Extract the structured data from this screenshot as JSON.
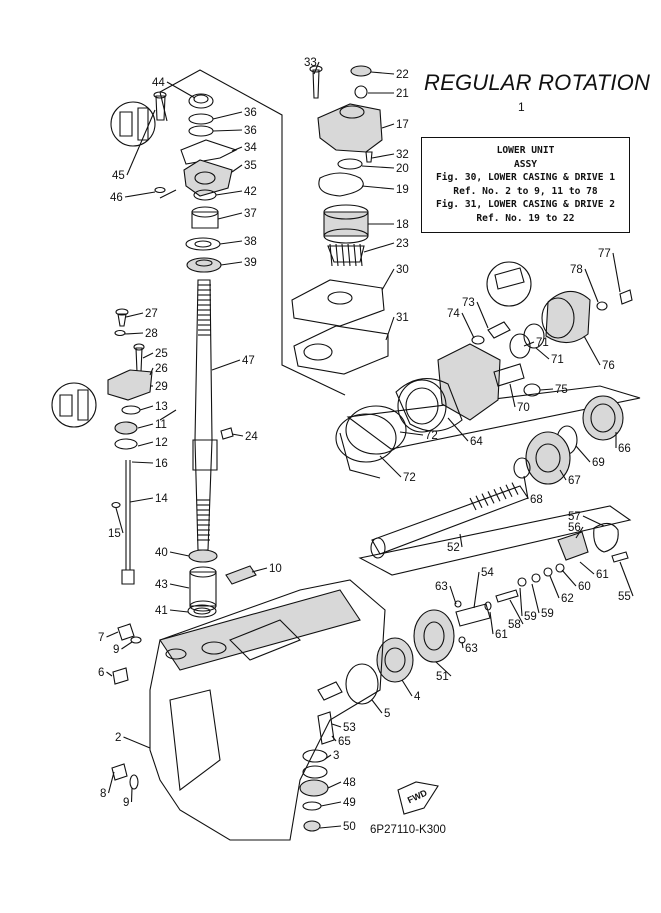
{
  "title": "REGULAR ROTATION",
  "info_box": {
    "ref_number": "1",
    "lines": [
      "LOWER UNIT",
      "ASSY",
      "Fig. 30, LOWER CASING & DRIVE 1",
      "Ref. No. 2 to 9, 11 to 78",
      "Fig. 31, LOWER CASING & DRIVE 2",
      "Ref. No. 19 to 22"
    ]
  },
  "diagram_code": "6P27110-K300",
  "fwd_label": "FWD",
  "part_labels": [
    "2",
    "3",
    "4",
    "5",
    "6",
    "7",
    "8",
    "9",
    "9",
    "10",
    "11",
    "12",
    "13",
    "14",
    "15",
    "16",
    "17",
    "18",
    "19",
    "20",
    "21",
    "22",
    "23",
    "24",
    "25",
    "26",
    "27",
    "28",
    "29",
    "30",
    "31",
    "32",
    "33",
    "34",
    "35",
    "36",
    "36",
    "37",
    "38",
    "39",
    "40",
    "41",
    "42",
    "43",
    "44",
    "45",
    "46",
    "47",
    "48",
    "49",
    "50",
    "51",
    "52",
    "53",
    "54",
    "55",
    "56",
    "57",
    "58",
    "59",
    "59",
    "60",
    "61",
    "61",
    "62",
    "63",
    "63",
    "64",
    "65",
    "66",
    "67",
    "68",
    "69",
    "70",
    "71",
    "71",
    "72",
    "72",
    "73",
    "74",
    "75",
    "76",
    "77",
    "78"
  ],
  "colors": {
    "ink": "#111111",
    "background": "#ffffff",
    "shade": "#d8d8d8"
  }
}
